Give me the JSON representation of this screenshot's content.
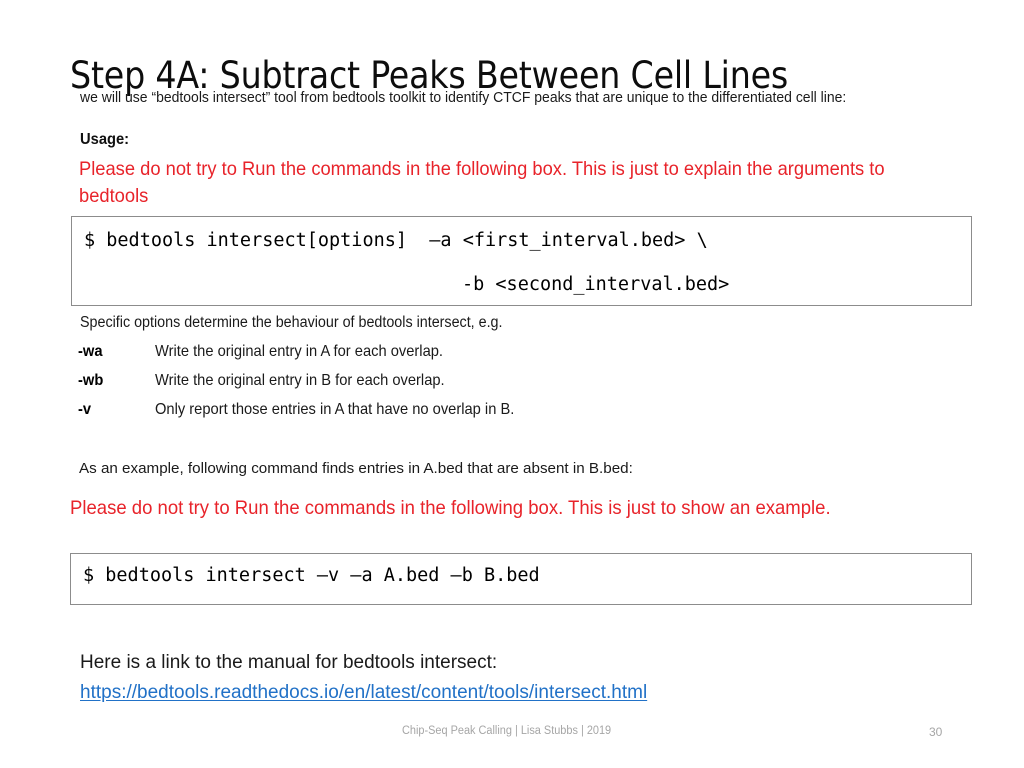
{
  "slide": {
    "title": "Step 4A: Subtract Peaks Between Cell Lines",
    "intro": "we will use “bedtools intersect” tool from bedtools toolkit to identify CTCF peaks that are unique to the differentiated cell line:",
    "usage_label": "Usage:",
    "warning_1": "Please do not try to Run the commands in the following box. This is just to explain the arguments to bedtools",
    "code_box_1": {
      "line_1": "$ bedtools intersect[options]  –a <first_interval.bed> \\",
      "line_2": "-b <second_interval.bed>"
    },
    "options_intro": "Specific options determine the behaviour of bedtools intersect, e.g.",
    "options": [
      {
        "flag": "-wa",
        "description": "Write the original entry in A for each overlap."
      },
      {
        "flag": "-wb",
        "description": "Write the original entry in B for each overlap."
      },
      {
        "flag": "-v",
        "description": "Only report those entries in A that have no overlap in B."
      }
    ],
    "example_intro": "As an example, following command finds entries in A.bed that are absent in B.bed:",
    "warning_2": "Please do not try to Run the commands in the following box. This is just to show an example.",
    "code_box_2": {
      "line_1": "$ bedtools intersect –v –a A.bed –b B.bed"
    },
    "link_intro": "Here is a link to the manual for bedtools intersect:",
    "link_url": "https://bedtools.readthedocs.io/en/latest/content/tools/intersect.html"
  },
  "footer": {
    "credit": "Chip-Seq Peak Calling | Lisa Stubbs | 2019",
    "page_number": "30"
  },
  "colors": {
    "warning_red": "#e8232a",
    "link_blue": "#2171c7",
    "box_border": "#8c8c8c",
    "body_text": "#1a1a1a",
    "footer_gray": "#a6a6a6"
  }
}
